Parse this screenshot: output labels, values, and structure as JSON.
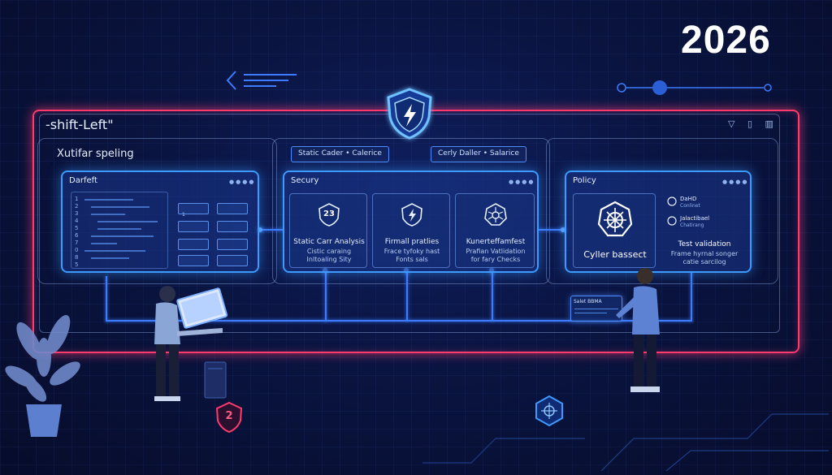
{
  "year": "2026",
  "frame": {
    "title": "-shift-Left\""
  },
  "left_group": {
    "title": "Xutifar speling"
  },
  "chips": {
    "left": "Static Cader • Calerice",
    "right": "Cerly Daller • Salarice"
  },
  "panels": {
    "devleft": {
      "title": "Darfeft",
      "code_numbers": [
        "1",
        "2",
        "3",
        "4",
        "5",
        "6",
        "7",
        "0",
        "8",
        "5"
      ],
      "widgets": [
        "1",
        "",
        "",
        "",
        "",
        ""
      ]
    },
    "security": {
      "title": "Secury",
      "cards": [
        {
          "badge": "23",
          "title": "Static Carr Analysis",
          "line1": "Cistic caraing",
          "line2": "Inltoaling Sity"
        },
        {
          "title": "Firmall pratlies",
          "line1": "Frace tyfoky hast",
          "line2": "Fonts sals"
        },
        {
          "title": "Kunerteffamfest",
          "line1": "Prafian Vatlidation",
          "line2": "for fary Checks"
        }
      ]
    },
    "policy": {
      "title": "Policy",
      "big_label": "Cyller bassect",
      "items": [
        {
          "title": "DaHD",
          "sub": "Conlinet"
        },
        {
          "title": "Jalactibael",
          "sub": "Chatirang"
        }
      ],
      "subtitle": "Test validation",
      "line1": "Frame hyrnal songer",
      "line2": "catie sarcilog"
    }
  },
  "floating_card": {
    "title": "Salet BBMA"
  },
  "bottom_badge": "2",
  "colors": {
    "accent": "#3d9bff",
    "alert": "#ff3a6e",
    "bg": "#0a1440"
  }
}
